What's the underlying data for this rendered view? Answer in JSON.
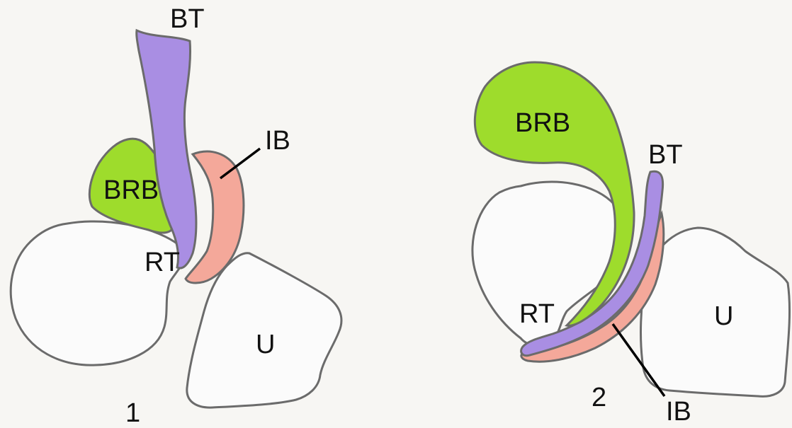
{
  "panels": [
    {
      "number": "1",
      "labels": {
        "bt": "BT",
        "ib": "IB",
        "brb": "BRB",
        "rt": "RT",
        "u": "U"
      }
    },
    {
      "number": "2",
      "labels": {
        "brb": "BRB",
        "bt": "BT",
        "rt": "RT",
        "u": "U",
        "ib": "IB"
      }
    }
  ],
  "colors": {
    "outline": "#6b6b6b",
    "bone_fill": "#fbfbfb",
    "tendon": "#a98ee3",
    "bursa_brb": "#9edc2c",
    "bursa_ib": "#f4a89a",
    "leader_line": "#000000"
  }
}
